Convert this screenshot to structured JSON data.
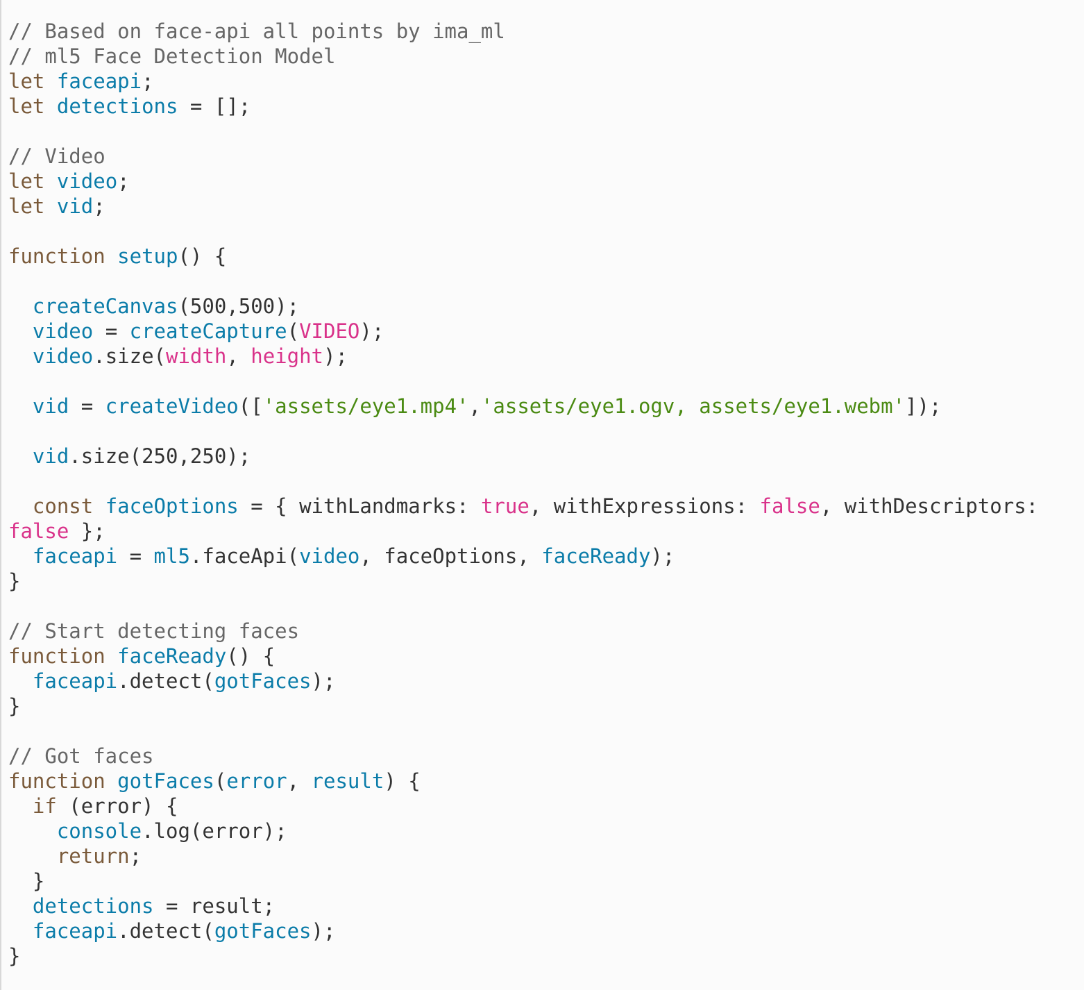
{
  "editor": {
    "lines": [
      [
        {
          "t": "// Based on face-api all points by ima_ml",
          "c": "comment"
        }
      ],
      [
        {
          "t": "// ml5 Face Detection Model",
          "c": "comment"
        }
      ],
      [
        {
          "t": "let",
          "c": "keyword"
        },
        {
          "t": " ",
          "c": "plain"
        },
        {
          "t": "faceapi",
          "c": "var"
        },
        {
          "t": ";",
          "c": "plain"
        }
      ],
      [
        {
          "t": "let",
          "c": "keyword"
        },
        {
          "t": " ",
          "c": "plain"
        },
        {
          "t": "detections",
          "c": "var"
        },
        {
          "t": " = [];",
          "c": "plain"
        }
      ],
      [],
      [
        {
          "t": "// Video",
          "c": "comment"
        }
      ],
      [
        {
          "t": "let",
          "c": "keyword"
        },
        {
          "t": " ",
          "c": "plain"
        },
        {
          "t": "video",
          "c": "var"
        },
        {
          "t": ";",
          "c": "plain"
        }
      ],
      [
        {
          "t": "let",
          "c": "keyword"
        },
        {
          "t": " ",
          "c": "plain"
        },
        {
          "t": "vid",
          "c": "var"
        },
        {
          "t": ";",
          "c": "plain"
        }
      ],
      [],
      [
        {
          "t": "function",
          "c": "keyword"
        },
        {
          "t": " ",
          "c": "plain"
        },
        {
          "t": "setup",
          "c": "fn"
        },
        {
          "t": "() {",
          "c": "plain"
        }
      ],
      [],
      [
        {
          "t": "  ",
          "c": "plain"
        },
        {
          "t": "createCanvas",
          "c": "fn"
        },
        {
          "t": "(500,500);",
          "c": "plain"
        }
      ],
      [
        {
          "t": "  ",
          "c": "plain"
        },
        {
          "t": "video",
          "c": "var"
        },
        {
          "t": " = ",
          "c": "plain"
        },
        {
          "t": "createCapture",
          "c": "fn"
        },
        {
          "t": "(",
          "c": "plain"
        },
        {
          "t": "VIDEO",
          "c": "const"
        },
        {
          "t": ");",
          "c": "plain"
        }
      ],
      [
        {
          "t": "  ",
          "c": "plain"
        },
        {
          "t": "video",
          "c": "var"
        },
        {
          "t": ".size(",
          "c": "plain"
        },
        {
          "t": "width",
          "c": "const"
        },
        {
          "t": ", ",
          "c": "plain"
        },
        {
          "t": "height",
          "c": "const"
        },
        {
          "t": ");",
          "c": "plain"
        }
      ],
      [],
      [
        {
          "t": "  ",
          "c": "plain"
        },
        {
          "t": "vid",
          "c": "var"
        },
        {
          "t": " = ",
          "c": "plain"
        },
        {
          "t": "createVideo",
          "c": "fn"
        },
        {
          "t": "([",
          "c": "plain"
        },
        {
          "t": "'assets/eye1.mp4'",
          "c": "string"
        },
        {
          "t": ",",
          "c": "plain"
        },
        {
          "t": "'assets/eye1.ogv, assets/eye1.webm'",
          "c": "string"
        },
        {
          "t": "]);",
          "c": "plain"
        }
      ],
      [],
      [
        {
          "t": "  ",
          "c": "plain"
        },
        {
          "t": "vid",
          "c": "var"
        },
        {
          "t": ".size(250,250);",
          "c": "plain"
        }
      ],
      [],
      [
        {
          "t": "  ",
          "c": "plain"
        },
        {
          "t": "const",
          "c": "keyword"
        },
        {
          "t": " ",
          "c": "plain"
        },
        {
          "t": "faceOptions",
          "c": "var"
        },
        {
          "t": " = { withLandmarks: ",
          "c": "plain"
        },
        {
          "t": "true",
          "c": "const"
        },
        {
          "t": ", withExpressions: ",
          "c": "plain"
        },
        {
          "t": "false",
          "c": "const"
        },
        {
          "t": ", withDescriptors:",
          "c": "plain"
        }
      ],
      [
        {
          "t": "false",
          "c": "const"
        },
        {
          "t": " };",
          "c": "plain"
        }
      ],
      [
        {
          "t": "  ",
          "c": "plain"
        },
        {
          "t": "faceapi",
          "c": "var"
        },
        {
          "t": " = ",
          "c": "plain"
        },
        {
          "t": "ml5",
          "c": "var"
        },
        {
          "t": ".faceApi(",
          "c": "plain"
        },
        {
          "t": "video",
          "c": "var"
        },
        {
          "t": ", faceOptions, ",
          "c": "plain"
        },
        {
          "t": "faceReady",
          "c": "var"
        },
        {
          "t": ");",
          "c": "plain"
        }
      ],
      [
        {
          "t": "}",
          "c": "plain"
        }
      ],
      [],
      [
        {
          "t": "// Start detecting faces",
          "c": "comment"
        }
      ],
      [
        {
          "t": "function",
          "c": "keyword"
        },
        {
          "t": " ",
          "c": "plain"
        },
        {
          "t": "faceReady",
          "c": "fn"
        },
        {
          "t": "() {",
          "c": "plain"
        }
      ],
      [
        {
          "t": "  ",
          "c": "plain"
        },
        {
          "t": "faceapi",
          "c": "var"
        },
        {
          "t": ".detect(",
          "c": "plain"
        },
        {
          "t": "gotFaces",
          "c": "var"
        },
        {
          "t": ");",
          "c": "plain"
        }
      ],
      [
        {
          "t": "}",
          "c": "plain"
        }
      ],
      [],
      [
        {
          "t": "// Got faces",
          "c": "comment"
        }
      ],
      [
        {
          "t": "function",
          "c": "keyword"
        },
        {
          "t": " ",
          "c": "plain"
        },
        {
          "t": "gotFaces",
          "c": "fn"
        },
        {
          "t": "(",
          "c": "plain"
        },
        {
          "t": "error",
          "c": "var"
        },
        {
          "t": ", ",
          "c": "plain"
        },
        {
          "t": "result",
          "c": "var"
        },
        {
          "t": ") {",
          "c": "plain"
        }
      ],
      [
        {
          "t": "  ",
          "c": "plain"
        },
        {
          "t": "if",
          "c": "keyword"
        },
        {
          "t": " (error) {",
          "c": "plain"
        }
      ],
      [
        {
          "t": "    ",
          "c": "plain"
        },
        {
          "t": "console",
          "c": "var"
        },
        {
          "t": ".log(error);",
          "c": "plain"
        }
      ],
      [
        {
          "t": "    ",
          "c": "plain"
        },
        {
          "t": "return",
          "c": "keyword"
        },
        {
          "t": ";",
          "c": "plain"
        }
      ],
      [
        {
          "t": "  }",
          "c": "plain"
        }
      ],
      [
        {
          "t": "  ",
          "c": "plain"
        },
        {
          "t": "detections",
          "c": "var"
        },
        {
          "t": " = result;",
          "c": "plain"
        }
      ],
      [
        {
          "t": "  ",
          "c": "plain"
        },
        {
          "t": "faceapi",
          "c": "var"
        },
        {
          "t": ".detect(",
          "c": "plain"
        },
        {
          "t": "gotFaces",
          "c": "var"
        },
        {
          "t": ");",
          "c": "plain"
        }
      ],
      [
        {
          "t": "}",
          "c": "plain"
        }
      ]
    ],
    "colors": {
      "background": "#fbfbfb",
      "comment": "#666666",
      "keyword": "#7a5a3a",
      "variable": "#0b7ca9",
      "constant": "#d9328a",
      "string": "#4a8a12",
      "plain": "#333333"
    }
  }
}
